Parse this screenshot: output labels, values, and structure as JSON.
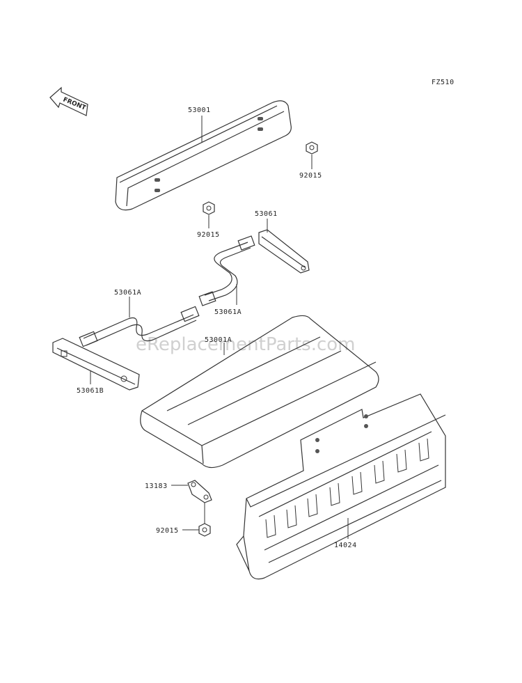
{
  "figure_code": "FZ510",
  "front_arrow_label": "FRONT",
  "watermark": "eReplacementParts.com",
  "parts": {
    "p53001": "53001",
    "p92015_top": "92015",
    "p92015_mid": "92015",
    "p53061": "53061",
    "p53061A_left": "53061A",
    "p53061A_right": "53061A",
    "p53001A": "53001A",
    "p53061B": "53061B",
    "p13183": "13183",
    "p92015_bottom": "92015",
    "p14024": "14024"
  }
}
